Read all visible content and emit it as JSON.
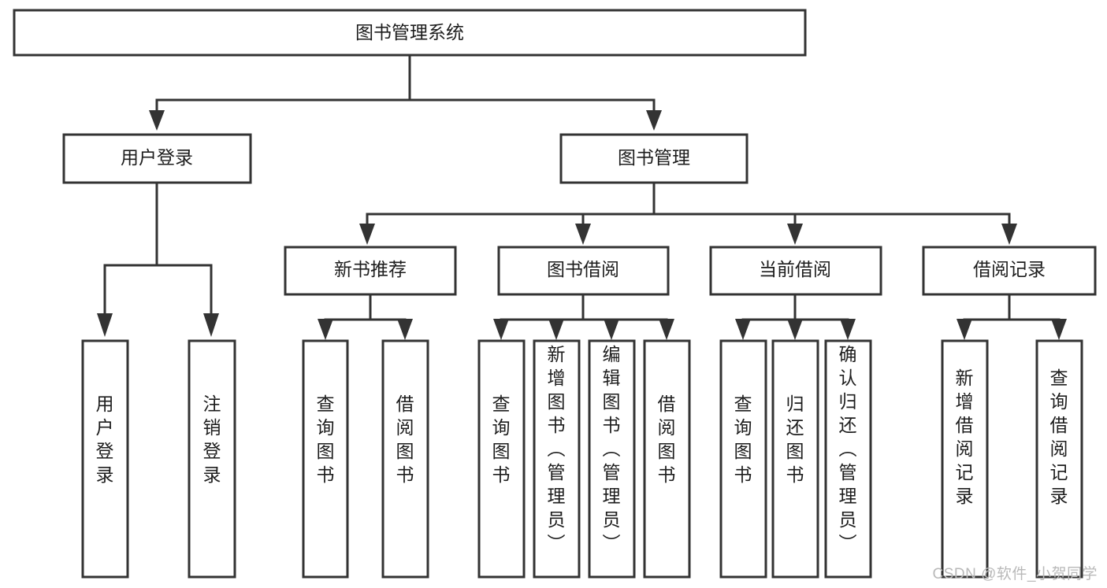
{
  "diagram": {
    "type": "tree",
    "title_node": {
      "label": "图书管理系统"
    },
    "level2": [
      {
        "label": "用户登录"
      },
      {
        "label": "图书管理"
      }
    ],
    "level3": [
      {
        "label": "新书推荐"
      },
      {
        "label": "图书借阅"
      },
      {
        "label": "当前借阅"
      },
      {
        "label": "借阅记录"
      }
    ],
    "leaves": {
      "user_login": [
        {
          "label": "用户登录"
        },
        {
          "label": "注销登录"
        }
      ],
      "new_book_recommend": [
        {
          "label": "查询图书"
        },
        {
          "label": "借阅图书"
        }
      ],
      "book_borrow": [
        {
          "label": "查询图书"
        },
        {
          "label": "新增图书（管理员）"
        },
        {
          "label": "编辑图书（管理员）"
        },
        {
          "label": "借阅图书"
        }
      ],
      "current_borrow": [
        {
          "label": "查询图书"
        },
        {
          "label": "归还图书"
        },
        {
          "label": "确认归还（管理员）"
        }
      ],
      "borrow_record": [
        {
          "label": "新增借阅记录"
        },
        {
          "label": "查询借阅记录"
        }
      ]
    }
  },
  "watermark": {
    "text": "CSDN @软件_小贺同学"
  },
  "colors": {
    "stroke": "#333333",
    "box_fill": "#ffffff",
    "text": "#1d1d1d",
    "watermark": "#b9b9b9",
    "background": "#ffffff"
  }
}
